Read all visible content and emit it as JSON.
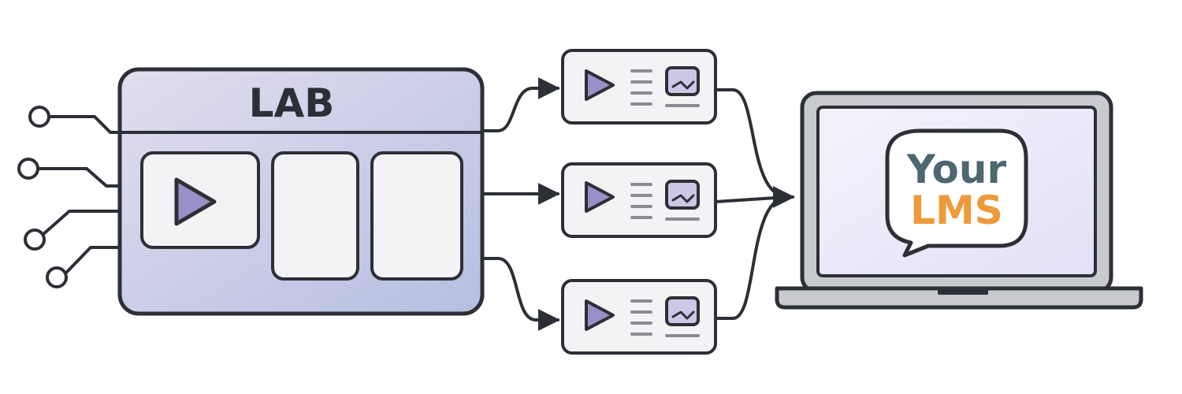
{
  "lab": {
    "title": "LAB"
  },
  "lms": {
    "line1": "Your",
    "line2": "LMS"
  },
  "colors": {
    "stroke": "#2c2f36",
    "lab_fill_start": "#ddd9ec",
    "lab_fill_end": "#b9c2e2",
    "panel_fill": "#f3f3f5",
    "play_fill": "#9a90c8",
    "thumb_fill": "#cdc7e6",
    "lms_primary": "#4d6670",
    "lms_accent": "#ee9a3a",
    "screen_fill": "#f0eefb",
    "laptop_body": "#c9cace",
    "line_grey": "#8a8c94"
  },
  "icons": {
    "play": "play-icon",
    "image": "image-thumbnail-icon",
    "text_lines": "text-lines-icon",
    "connector_node": "circle-node-icon",
    "arrow": "arrow-head-icon"
  }
}
